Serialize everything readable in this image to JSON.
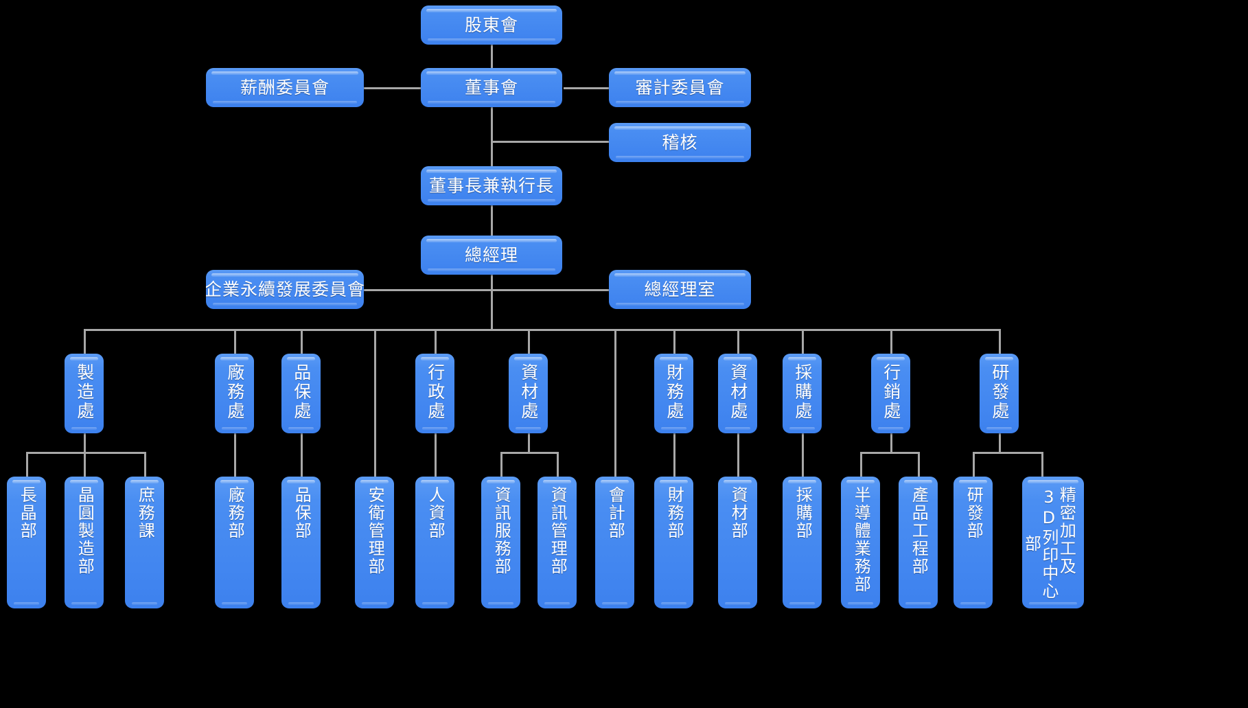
{
  "chart": {
    "type": "org-chart",
    "title": "",
    "background_color": "#000000",
    "node_color": "#4a8ef2",
    "node_text_color": "#ffffff",
    "connector_color": "#a8a8a8"
  },
  "nodes": {
    "shareholders_meeting": "股東會",
    "board_of_directors": "董事會",
    "compensation_committee": "薪酬委員會",
    "audit_committee": "審計委員會",
    "internal_audit": "稽核",
    "chairman_ceo": "董事長兼執行長",
    "general_manager": "總經理",
    "sustainability_committee": "企業永續發展委員會",
    "gm_office": "總經理室",
    "div_manufacturing": "製造處",
    "div_plant_affairs": "廠務處",
    "div_quality_assurance": "品保處",
    "div_administration": "行政處",
    "div_materials": "資材處",
    "div_finance": "財務處",
    "div_materials_2": "資材處",
    "div_procurement": "採購處",
    "div_marketing": "行銷處",
    "div_rnd": "研發處",
    "dept_crystal_growth": "長晶部",
    "dept_wafer_manufacturing": "晶圓製造部",
    "dept_general_affairs": "庶務課",
    "dept_plant_affairs": "廠務部",
    "dept_quality_assurance": "品保部",
    "dept_safety_management": "安衛管理部",
    "dept_human_resources": "人資部",
    "dept_it_service": "資訊服務部",
    "dept_it_management": "資訊管理部",
    "dept_accounting": "會計部",
    "dept_finance": "財務部",
    "dept_materials": "資材部",
    "dept_procurement": "採購部",
    "dept_semiconductor_sales": "半導體業務部",
    "dept_product_engineering": "產品工程部",
    "dept_rnd": "研發部",
    "dept_precision_3d_a": "3D列印中心部",
    "dept_precision_3d_b": "精密加工及"
  }
}
